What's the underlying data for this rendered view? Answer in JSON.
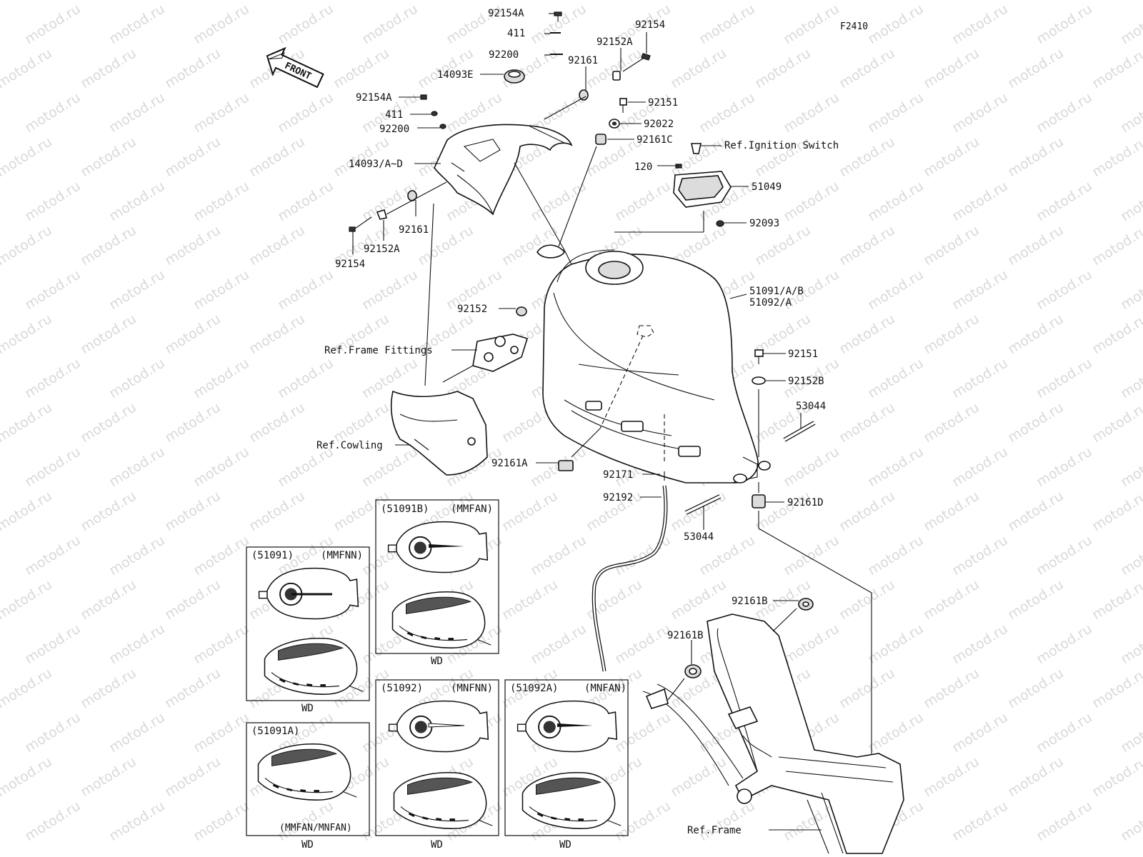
{
  "figure_code": "F2410",
  "front_arrow": "FRONT",
  "watermark": "motod.ru",
  "callouts": [
    "92154A",
    "411",
    "92200",
    "14093E",
    "92154",
    "92152A",
    "92161",
    "92154A",
    "411",
    "92200",
    "14093/A~D",
    "92161",
    "92152A",
    "92154",
    "92151",
    "92022",
    "92161C",
    "Ref.Ignition Switch",
    "120",
    "51049",
    "92093",
    "51091/A/B",
    "51092/A",
    "92152",
    "Ref.Frame Fittings",
    "92151",
    "92152B",
    "53044",
    "Ref.Cowling",
    "92161A",
    "92171",
    "92192",
    "92161D",
    "53044",
    "92161B",
    "92161B",
    "Ref.Frame"
  ],
  "variants": [
    {
      "code": "(51091)",
      "model": "(MMFNN)",
      "caption": "WD"
    },
    {
      "code": "(51091B)",
      "model": "(MMFAN)",
      "caption": "WD"
    },
    {
      "code": "(51091A)",
      "model": "(MMFAN/MNFAN)",
      "caption": "WD"
    },
    {
      "code": "(51092)",
      "model": "(MNFNN)",
      "caption": "WD"
    },
    {
      "code": "(51092A)",
      "model": "(MNFAN)",
      "caption": "WD"
    }
  ]
}
